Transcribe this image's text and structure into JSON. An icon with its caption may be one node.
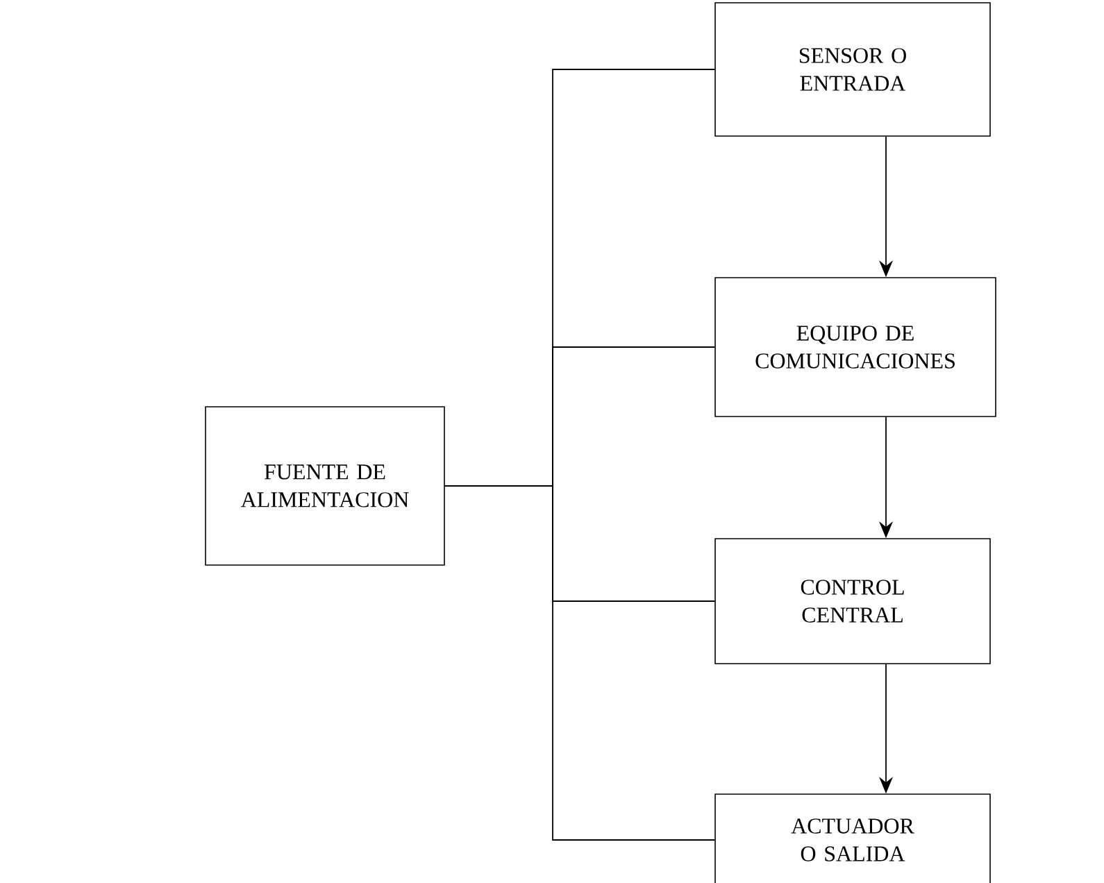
{
  "diagram": {
    "nodes": [
      {
        "text": [
          "FUENTE DE ALIMENTACION"
        ]
      },
      {
        "text": [
          "SENSOR O ENTRADA"
        ]
      },
      {
        "text": [
          "EQUIPO DE COMUNICACIONES"
        ]
      },
      {
        "text": [
          "CONTROL CENTRAL"
        ]
      },
      {
        "text": [
          "ACTUADOR O SALIDA"
        ]
      }
    ],
    "edges": [
      {
        "from": 0,
        "to": 1,
        "arrow": "none"
      },
      {
        "from": 0,
        "to": 2,
        "arrow": "none"
      },
      {
        "from": 0,
        "to": 3,
        "arrow": "none"
      },
      {
        "from": 0,
        "to": 4,
        "arrow": "none"
      },
      {
        "from": 1,
        "to": 2,
        "arrow": "to"
      },
      {
        "from": 2,
        "to": 3,
        "arrow": "to"
      },
      {
        "from": 3,
        "to": 4,
        "arrow": "to"
      }
    ]
  }
}
